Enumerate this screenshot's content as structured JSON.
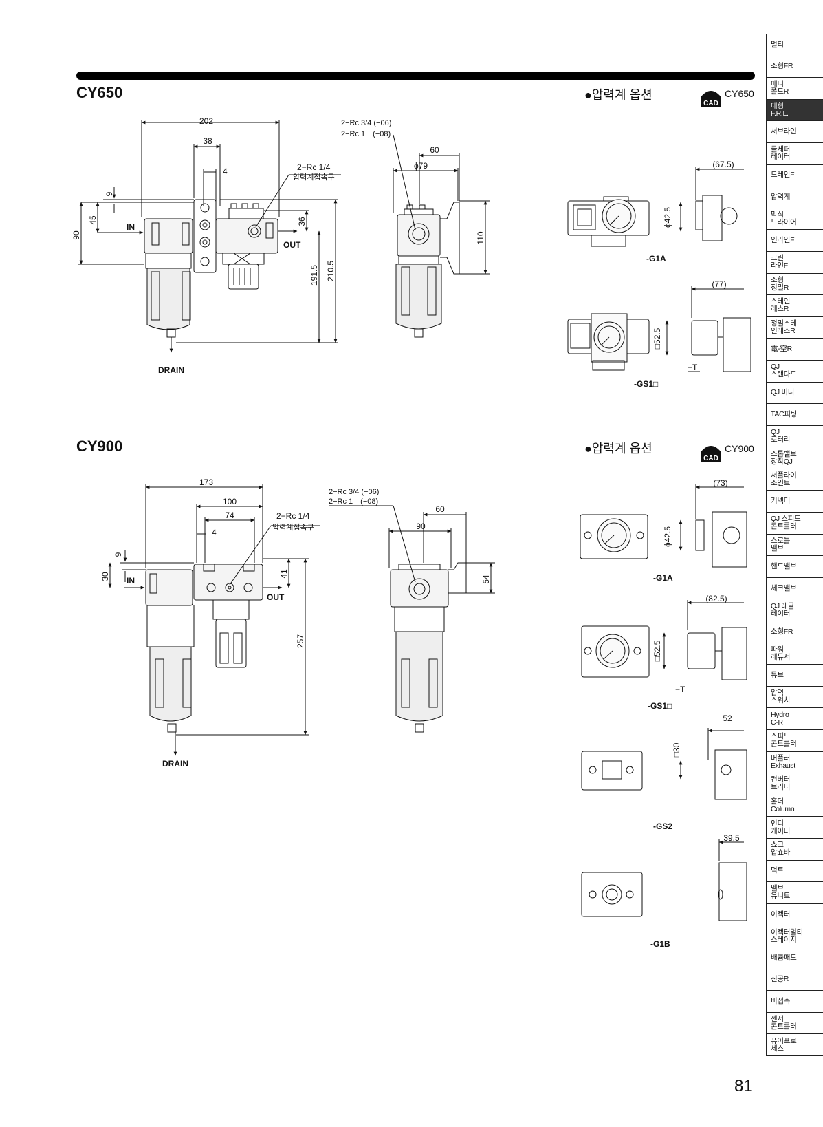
{
  "sections": [
    {
      "model": "CY650",
      "option_title": "●압력계 옵션",
      "cad_label": "CAD",
      "cad_model": "CY650",
      "labels": {
        "in": "IN",
        "out": "OUT",
        "drain": "DRAIN",
        "port_main_1": "2−Rc 3/4 (−06)",
        "port_main_2": "2−Rc 1　(−08)",
        "gauge_port_1": "2−Rc 1/4",
        "gauge_port_2": "압력계접속구"
      },
      "dims": {
        "w202": "202",
        "w38": "38",
        "w4": "4",
        "h9": "9",
        "h45": "45",
        "h90": "90",
        "h36": "36",
        "h191": "191.5",
        "h210": "210.5",
        "w60": "60",
        "d79": "ϕ79",
        "h110": "110"
      },
      "options": [
        {
          "code": "-G1A",
          "dim_side": "(67.5)",
          "dim_gauge": "ϕ42.5"
        },
        {
          "code": "-GS1□",
          "dim_side": "(77)",
          "dim_gauge": "□52.5",
          "t_label": "−T"
        }
      ]
    },
    {
      "model": "CY900",
      "option_title": "●압력계 옵션",
      "cad_label": "CAD",
      "cad_model": "CY900",
      "labels": {
        "in": "IN",
        "out": "OUT",
        "drain": "DRAIN",
        "port_main_1": "2−Rc 3/4 (−06)",
        "port_main_2": "2−Rc 1　(−08)",
        "gauge_port_1": "2−Rc 1/4",
        "gauge_port_2": "압력계접속구"
      },
      "dims": {
        "w173": "173",
        "w100": "100",
        "w74": "74",
        "w4": "4",
        "h9": "9",
        "h30": "30",
        "h41": "41",
        "h257": "257",
        "w60": "60",
        "w90": "90",
        "h54": "54"
      },
      "options": [
        {
          "code": "-G1A",
          "dim_side": "(73)",
          "dim_gauge": "ϕ42.5"
        },
        {
          "code": "-GS1□",
          "dim_side": "(82.5)",
          "dim_gauge": "□52.5",
          "t_label": "−T"
        },
        {
          "code": "-GS2",
          "dim_side": "52",
          "dim_gauge": "□30"
        },
        {
          "code": "-G1B",
          "dim_side": "39.5"
        }
      ]
    }
  ],
  "page_number": "81",
  "sidebar": {
    "active_index": 3,
    "tabs": [
      "멀티",
      "소형FR",
      "매니\n폴드R",
      "대형\nF.R.L.",
      "서브라인",
      "쿨세퍼\n레이터",
      "드레인F",
      "압력계",
      "막식\n드라이어",
      "인라인F",
      "크린\n라인F",
      "소형\n정밀R",
      "스테인\n레스R",
      "정밀스테\n인레스R",
      "電-空R",
      "QJ\n스탠다드",
      "QJ 미니",
      "TAC피팅",
      "QJ\n로터리",
      "스톱밸브\n장착QJ",
      "서플라이\n조인트",
      "커넥터",
      "QJ 스피드\n콘트롤러",
      "스로틀\n밸브",
      "핸드밸브",
      "체크밸브",
      "QJ 레귤\n레이터",
      "소형FR",
      "파워\n레듀서",
      "튜브",
      "압력\n스위치",
      "Hydro\nC·R",
      "스피드\n콘트롤러",
      "머플러\nExhaust",
      "컨버터\n브리더",
      "홀더\nColumn",
      "인디\n케이터",
      "쇼크\n압쇼바",
      "덕트",
      "벨브\n유니트",
      "이젝터",
      "이젝터멀티\n스테이지",
      "배큠패드",
      "진공R",
      "비접촉",
      "센서\n콘트롤러",
      "퓨어프로\n세스"
    ]
  },
  "colors": {
    "ink": "#111111",
    "fill": "#e8e8e8",
    "active_tab": "#333333"
  }
}
